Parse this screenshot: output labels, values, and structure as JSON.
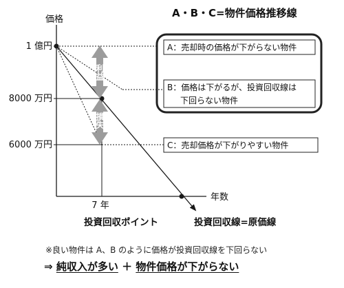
{
  "title": "A・B・C=物件価格推移線",
  "y_axis_label": "価格",
  "x_axis_label": "年数",
  "y_ticks": [
    "1 億円",
    "8000 万円",
    "6000 万円"
  ],
  "x_tick": "7 年",
  "investment_recovery_point": "投資回収ポイント",
  "investment_recovery_line": "投資回収線=原価線",
  "profit_label": "利益",
  "loss_label": "損失",
  "callouts": {
    "a": "A：売却時の価格が下がらない物件",
    "b_line1": "B：価格は下がるが、投資回収線は",
    "b_line2": "下回らない物件",
    "c": "C：売却価格が下がりやすい物件"
  },
  "note": "※良い物件は A、B のように価格が投資回収線を下回らない",
  "conclusion": {
    "arrow": "⇒",
    "part1": "純収入が多い",
    "plus": "＋",
    "part2": "物件価格が下がらない"
  },
  "colors": {
    "arrow_gray": "#9c9c9c",
    "line": "#1a1a1a",
    "box_border": "#222222"
  }
}
